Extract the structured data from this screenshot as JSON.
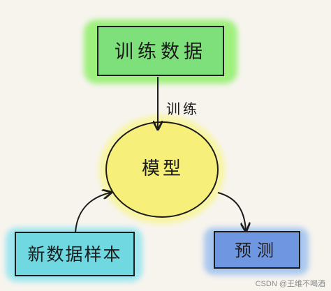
{
  "nodes": {
    "training_data": {
      "label": "训练数据",
      "fill": "#7ee07a",
      "glow": "#8ff06a"
    },
    "model": {
      "label": "模型",
      "fill": "#f6f07a",
      "glow": "#f8f59a"
    },
    "new_sample": {
      "label": "新数据样本",
      "fill": "#6fd8e0",
      "glow": "#8fe4f0"
    },
    "prediction": {
      "label": "预测",
      "fill": "#6f96e0",
      "glow": "#9cc0ee"
    }
  },
  "edges": {
    "train_label": "训练"
  },
  "watermark": "CSDN @王维不喝酒",
  "colors": {
    "ink": "#1c1c1c",
    "background": "#f7f4ee"
  }
}
